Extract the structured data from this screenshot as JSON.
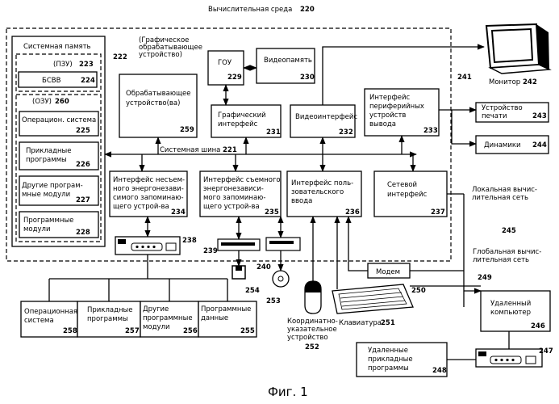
{
  "title": {
    "text": "Вычислительная среда",
    "num": "220"
  },
  "caption": "Фиг. 1",
  "refs": {
    "r222": "222",
    "r241": "241",
    "r245": "245",
    "r249": "249",
    "r250": "250",
    "r239": "239",
    "r240": "240",
    "r254": "254",
    "r253": "253"
  },
  "system_memory": {
    "title": "Системная память",
    "rom": {
      "label": "(ПЗУ)",
      "num": "223"
    },
    "bios": {
      "label": "БСВВ",
      "num": "224"
    },
    "ram": {
      "label": "(ОЗУ)",
      "num": "260"
    },
    "os": {
      "label": "Операцион. система",
      "num": "225"
    },
    "apps": {
      "l1": "Прикладные",
      "l2": "программы",
      "num": "226"
    },
    "other": {
      "l1": "Другие програм-",
      "l2": "мные модули",
      "num": "227"
    },
    "prog": {
      "l1": "Программные",
      "l2": "модули",
      "num": "228"
    }
  },
  "gpu_note": {
    "l1": "(Графическое",
    "l2": "обрабатывающее",
    "l3": "устройство)"
  },
  "gpu": {
    "label": "ГОУ",
    "num": "229"
  },
  "video_mem": {
    "label": "Видеопамять",
    "num": "230"
  },
  "cpu": {
    "l1": "Обрабатывающее",
    "l2": "устройство(ва)",
    "num": "259"
  },
  "graphics_if": {
    "l1": "Графический",
    "l2": "интерфейс",
    "num": "231"
  },
  "video_if": {
    "label": "Видеоинтерфейс",
    "num": "232"
  },
  "periph_if": {
    "l1": "Интерфейс",
    "l2": "периферийных",
    "l3": "устройств",
    "l4": "вывода",
    "num": "233"
  },
  "monitor": {
    "label": "Монитор",
    "num": "242"
  },
  "printer": {
    "l1": "Устройство",
    "l2": "печати",
    "num": "243"
  },
  "speakers": {
    "label": "Динамики",
    "num": "244"
  },
  "system_bus": {
    "label": "Системная шина",
    "num": "221"
  },
  "nonremovable_if": {
    "l1": "Интерфейс несъем-",
    "l2": "ного энергонезави-",
    "l3": "симого запоминаю-",
    "l4": "щего устрой-ва",
    "num": "234"
  },
  "removable_if": {
    "l1": "Интерфейс съемного",
    "l2": "энергонезависи-",
    "l3": "мого запоминаю-",
    "l4": "щего устрой-ва",
    "num": "235"
  },
  "user_input_if": {
    "l1": "Интерфейс поль-",
    "l2": "зовательского",
    "l3": "ввода",
    "num": "236"
  },
  "network_if": {
    "l1": "Сетевой",
    "l2": "интерфейс",
    "num": "237"
  },
  "hdd_num": "238",
  "lan": {
    "l1": "Локальная вычис-",
    "l2": "лительная сеть"
  },
  "wan": {
    "l1": "Глобальная вычис-",
    "l2": "лительная сеть"
  },
  "modem": {
    "label": "Модем"
  },
  "remote_pc": {
    "l1": "Удаленный",
    "l2": "компьютер",
    "num": "246"
  },
  "remote_apps": {
    "l1": "Удаленные",
    "l2": "прикладные",
    "l3": "программы",
    "num": "248"
  },
  "remote_hdd_num": "247",
  "mouse": {
    "l1": "Координатно-",
    "l2": "указательное",
    "l3": "устройство",
    "num": "252"
  },
  "keyboard": {
    "label": "Клавиатура",
    "num": "251"
  },
  "bottom_boxes": [
    {
      "l1": "Операционная",
      "l2": "система",
      "num": "258"
    },
    {
      "l1": "Прикладные",
      "l2": "программы",
      "num": "257"
    },
    {
      "l1": "Другие",
      "l2": "программные",
      "l3": "модули",
      "num": "256"
    },
    {
      "l1": "Программные",
      "l2": "данные",
      "num": "255"
    }
  ]
}
